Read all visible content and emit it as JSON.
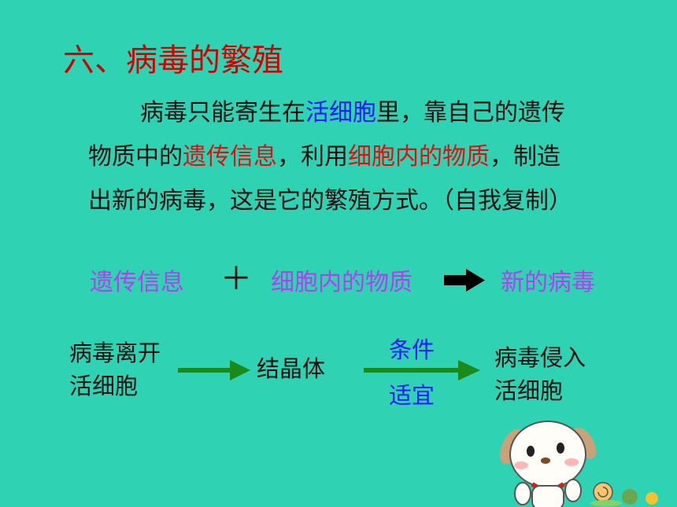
{
  "title": "六、病毒的繁殖",
  "paragraph": {
    "line1_a": "病毒只能寄生在",
    "line1_b": "活细胞",
    "line1_c": "里，靠自己的遗传",
    "line2_a": "物质中的",
    "line2_b": "遗传信息",
    "line2_c": "，利用",
    "line2_d": "细胞内的物质",
    "line2_e": "，制造",
    "line3": "出新的病毒，这是它的繁殖方式。（自我复制）"
  },
  "equation": {
    "term1": "遗传信息",
    "plus": "＋",
    "term2": "细胞内的物质",
    "result": "新的病毒"
  },
  "flow": {
    "step1_line1": "病毒离开",
    "step1_line2": "活细胞",
    "step2": "结晶体",
    "condition_top": "条件",
    "condition_bottom": "适宜",
    "step3_line1": "病毒侵入",
    "step3_line2": "活细胞"
  },
  "colors": {
    "background": "#2fd3b3",
    "title": "#d40000",
    "highlight_blue": "#1a1aff",
    "highlight_red": "#e01010",
    "magenta": "#b040f0",
    "arrow_green": "#1a8a1a"
  }
}
